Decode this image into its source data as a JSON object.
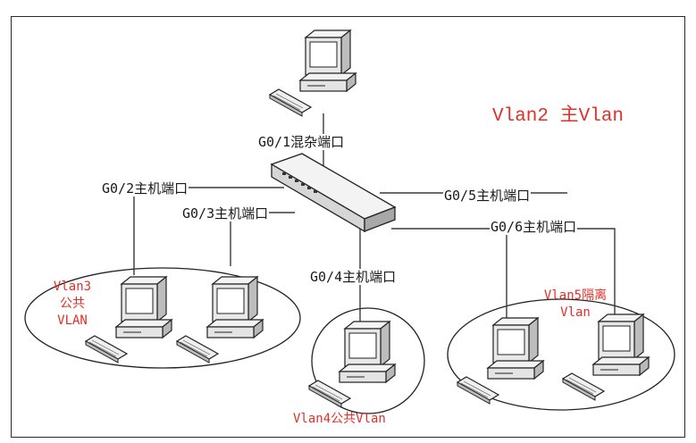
{
  "title": "Vlan2 主Vlan",
  "ports": {
    "g01": "G0/1混杂端口",
    "g02": "G0/2主机端口",
    "g03": "G0/3主机端口",
    "g04": "G0/4主机端口",
    "g05": "G0/5主机端口",
    "g06": "G0/6主机端口"
  },
  "groups": {
    "vlan3": {
      "line1": "Vlan3",
      "line2": "公共",
      "line3": "VLAN"
    },
    "vlan4": {
      "label": "Vlan4公共Vlan"
    },
    "vlan5": {
      "line1": "Vlan5隔离",
      "line2": "Vlan"
    }
  },
  "colors": {
    "annotation": "#e0302a",
    "line": "#3a3a3a"
  },
  "icons": {
    "computer": "desktop-computer-icon",
    "switch": "network-switch-icon"
  }
}
